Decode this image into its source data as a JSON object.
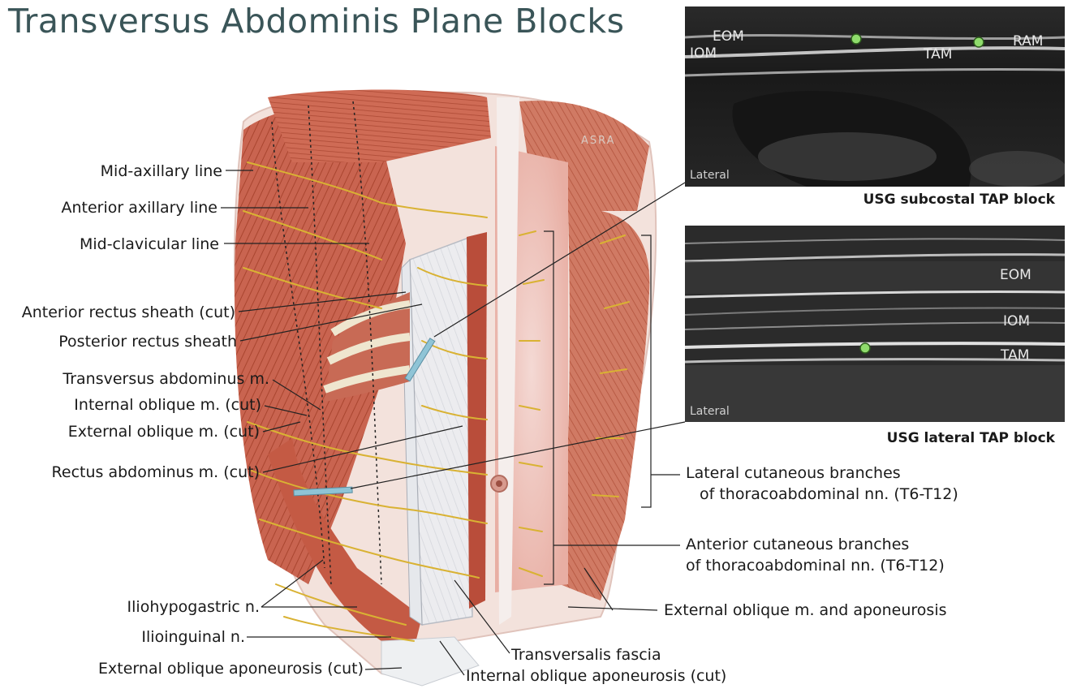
{
  "title": "Transversus Abdominis Plane Blocks",
  "watermark": "ASRA",
  "left_labels": {
    "mid_axillary": "Mid-axillary line",
    "anterior_axillary": "Anterior axillary line",
    "mid_clavicular": "Mid-clavicular line",
    "anterior_rectus_sheath": "Anterior rectus sheath (cut)",
    "posterior_rectus_sheath": "Posterior rectus sheath",
    "transversus_abdominus": "Transversus abdominus m.",
    "internal_oblique_cut": "Internal oblique m. (cut)",
    "external_oblique_cut": "External oblique m. (cut)",
    "rectus_abdominus_cut": "Rectus abdominus m. (cut)",
    "iliohypogastric": "Iliohypogastric n.",
    "ilioinguinal": "Ilioinguinal n.",
    "external_oblique_aponeurosis_cut": "External oblique aponeurosis (cut)"
  },
  "bottom_labels": {
    "transversalis_fascia": "Transversalis fascia",
    "internal_oblique_aponeurosis_cut": "Internal oblique aponeurosis (cut)"
  },
  "right_labels": {
    "lateral_cutaneous_1": "Lateral cutaneous branches",
    "lateral_cutaneous_2": "of thoracoabdominal nn. (T6-T12)",
    "anterior_cutaneous_1": "Anterior cutaneous branches",
    "anterior_cutaneous_2": "of thoracoabdominal nn. (T6-T12)",
    "external_oblique_aponeurosis": "External oblique m. and aponeurosis"
  },
  "ultrasound_subcostal": {
    "caption": "USG subcostal TAP block",
    "labels": {
      "eom": "EOM",
      "iom": "IOM",
      "tam": "TAM",
      "ram": "RAM",
      "lateral": "Lateral"
    }
  },
  "ultrasound_lateral": {
    "caption": "USG lateral TAP block",
    "labels": {
      "eom": "EOM",
      "iom": "IOM",
      "tam": "TAM",
      "lateral": "Lateral"
    }
  },
  "colors": {
    "title": "#3a5558",
    "muscle": "#c8604a",
    "muscle_dark": "#a8422f",
    "nerve": "#d9b233",
    "sheath": "#dcdfe4",
    "needle": "#8fc4d6",
    "target_dot": "#8fdc6c"
  }
}
